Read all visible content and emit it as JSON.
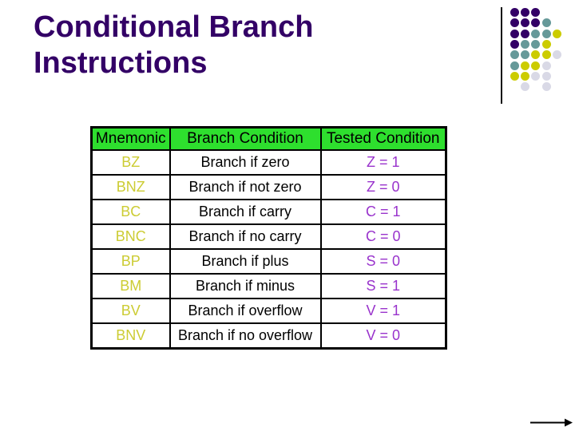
{
  "slide": {
    "title": {
      "line1": "Conditional Branch",
      "line2": "Instructions"
    }
  },
  "table": {
    "headers": [
      "Mnemonic",
      "Branch Condition",
      "Tested Condition"
    ],
    "rows": [
      {
        "mnemonic": "BZ",
        "branch_condition": "Branch if zero",
        "tested_condition": "Z = 1"
      },
      {
        "mnemonic": "BNZ",
        "branch_condition": "Branch if not zero",
        "tested_condition": "Z = 0"
      },
      {
        "mnemonic": "BC",
        "branch_condition": "Branch if carry",
        "tested_condition": "C = 1"
      },
      {
        "mnemonic": "BNC",
        "branch_condition": "Branch if no carry",
        "tested_condition": "C = 0"
      },
      {
        "mnemonic": "BP",
        "branch_condition": "Branch if plus",
        "tested_condition": "S = 0"
      },
      {
        "mnemonic": "BM",
        "branch_condition": "Branch if minus",
        "tested_condition": "S = 1"
      },
      {
        "mnemonic": "BV",
        "branch_condition": "Branch if overflow",
        "tested_condition": "V = 1"
      },
      {
        "mnemonic": "BNV",
        "branch_condition": "Branch if no overflow",
        "tested_condition": "V = 0"
      }
    ]
  },
  "colors": {
    "title": "#330066",
    "header_bg": "#2EDF2E",
    "mnemonic_text": "#CCCC33",
    "tested_text": "#9933CC",
    "body_text": "#000000",
    "table_border": "#000000",
    "arrow": "#000000"
  },
  "decoration": {
    "dots": {
      "pattern": [
        "PPP",
        "PPPT",
        "PPTTY",
        "PTTY",
        "TTYYG",
        "TYYG",
        "YYGG",
        ".G.G"
      ],
      "colors": {
        "P": "#330066",
        "T": "#669999",
        "Y": "#CCCC00",
        "G": "#D9D9E6"
      }
    }
  }
}
